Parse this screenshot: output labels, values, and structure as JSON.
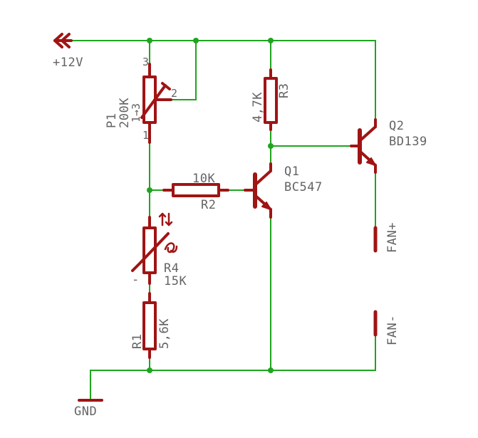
{
  "colors": {
    "wire": "#1ea51e",
    "part": "#a01414",
    "text": "#646464",
    "background": "#ffffff"
  },
  "supply": {
    "vcc_label": "+12V",
    "gnd_label": "GND"
  },
  "parts": {
    "p1": {
      "name": "P1",
      "value": "200K",
      "pin1": "1",
      "pin2": "2",
      "pin3": "3",
      "pin_marker": "1→3"
    },
    "r1": {
      "name": "R1",
      "value": "5,6K"
    },
    "r2": {
      "name": "R2",
      "value": "10K"
    },
    "r3": {
      "name": "R3",
      "value": "4,7K"
    },
    "r4": {
      "name": "R4",
      "value": "15K",
      "marker": "↑↓",
      "theta": "ϑ",
      "minus": "-"
    },
    "q1": {
      "name": "Q1",
      "value": "BC547"
    },
    "q2": {
      "name": "Q2",
      "value": "BD139"
    }
  },
  "connectors": {
    "fan_plus": "FAN+",
    "fan_minus": "FAN-"
  }
}
